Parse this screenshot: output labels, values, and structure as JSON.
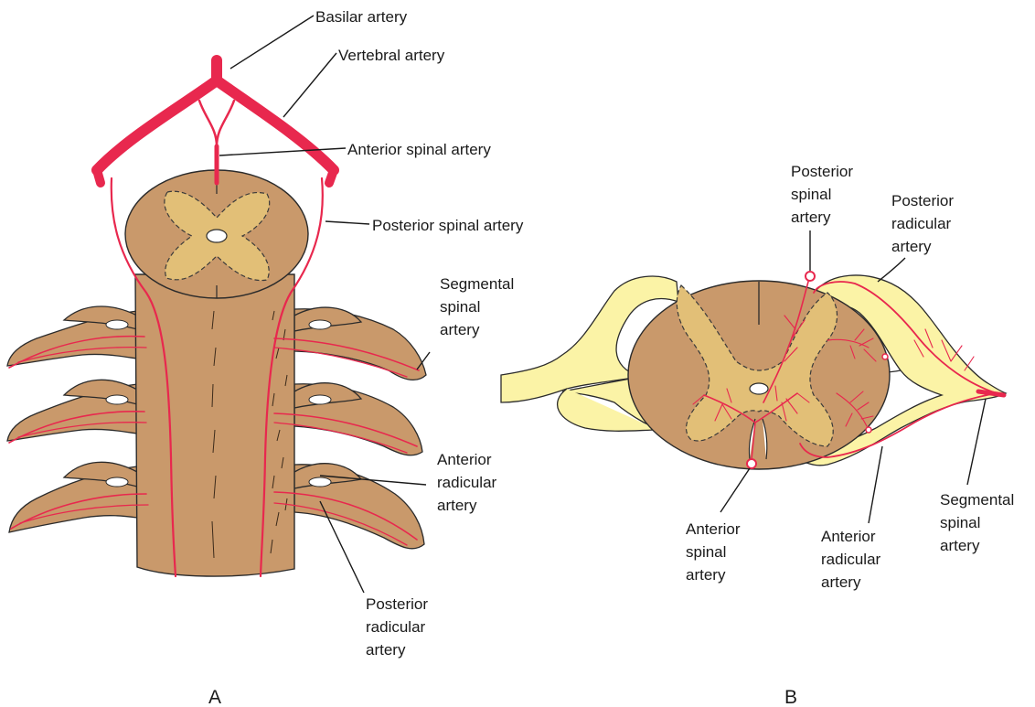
{
  "figure": {
    "panel_a": "A",
    "panel_b": "B"
  },
  "labels_a": {
    "basilar": "Basilar artery",
    "vertebral": "Vertebral artery",
    "anterior_spinal": "Anterior spinal artery",
    "posterior_spinal": "Posterior spinal artery",
    "segmental": [
      "Segmental",
      "spinal",
      "artery"
    ],
    "anterior_radicular": [
      "Anterior",
      "radicular",
      "artery"
    ],
    "posterior_radicular": [
      "Posterior",
      "radicular",
      "artery"
    ]
  },
  "labels_b": {
    "posterior_spinal": [
      "Posterior",
      "spinal",
      "artery"
    ],
    "posterior_radicular": [
      "Posterior",
      "radicular",
      "artery"
    ],
    "anterior_spinal": [
      "Anterior",
      "spinal",
      "artery"
    ],
    "anterior_radicular": [
      "Anterior",
      "radicular",
      "artery"
    ],
    "segmental": [
      "Segmental",
      "spinal",
      "artery"
    ]
  },
  "colors": {
    "artery": "#e8284e",
    "cord_tissue": "#c9996b",
    "grey_matter": "#e2bf77",
    "ganglion": "#fbf3a6"
  }
}
